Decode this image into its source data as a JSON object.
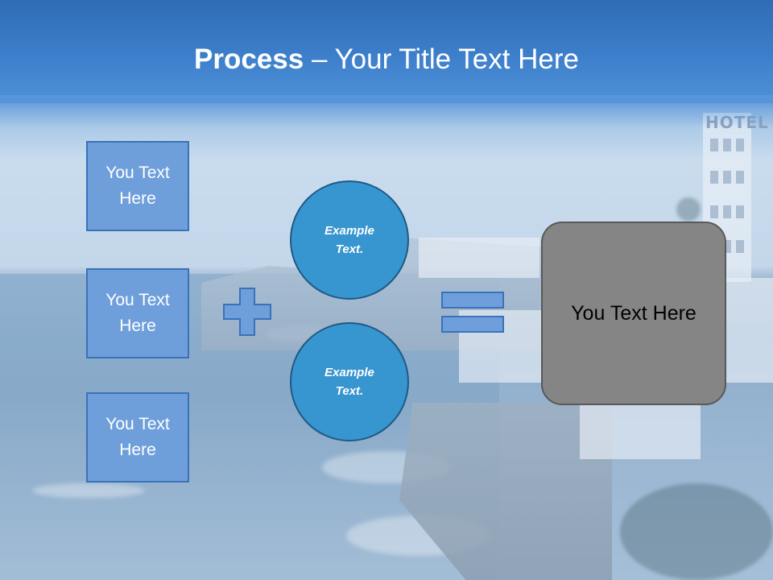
{
  "slide": {
    "title_bold": "Process",
    "title_separator": " – ",
    "title_rest": "Your Title Text Here"
  },
  "left_boxes": [
    {
      "text": "You Text Here"
    },
    {
      "text": "You Text Here"
    },
    {
      "text": "You Text Here"
    }
  ],
  "operator_plus": "plus-icon",
  "circles": [
    {
      "text": "Example Text."
    },
    {
      "text": "Example Text."
    }
  ],
  "operator_equals": "equals-icon",
  "result": {
    "text": "You Text Here"
  },
  "background_sign": "HOTEL",
  "colors": {
    "header_blue": "#3d7fcb",
    "box_fill": "#6f9fdb",
    "box_border": "#3a72b8",
    "circle_fill": "#3795cf",
    "result_fill": "#858585"
  }
}
